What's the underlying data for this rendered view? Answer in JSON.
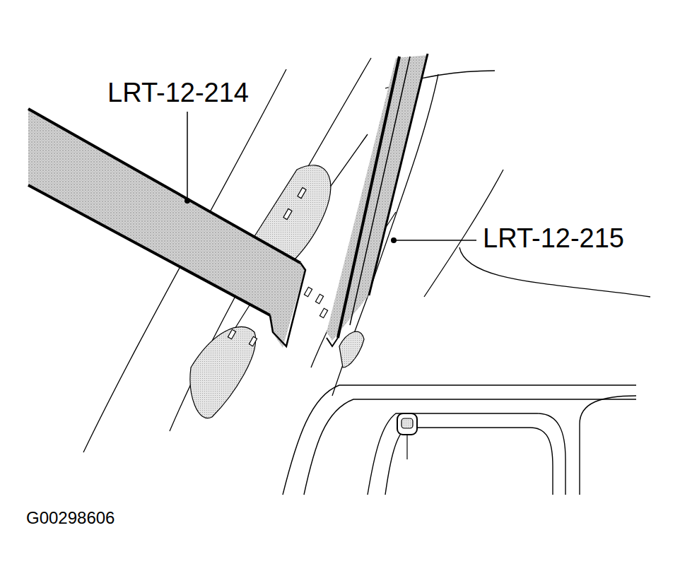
{
  "diagram": {
    "labels": [
      "LRT-12-214",
      "LRT-12-215",
      "G00298606"
    ]
  }
}
